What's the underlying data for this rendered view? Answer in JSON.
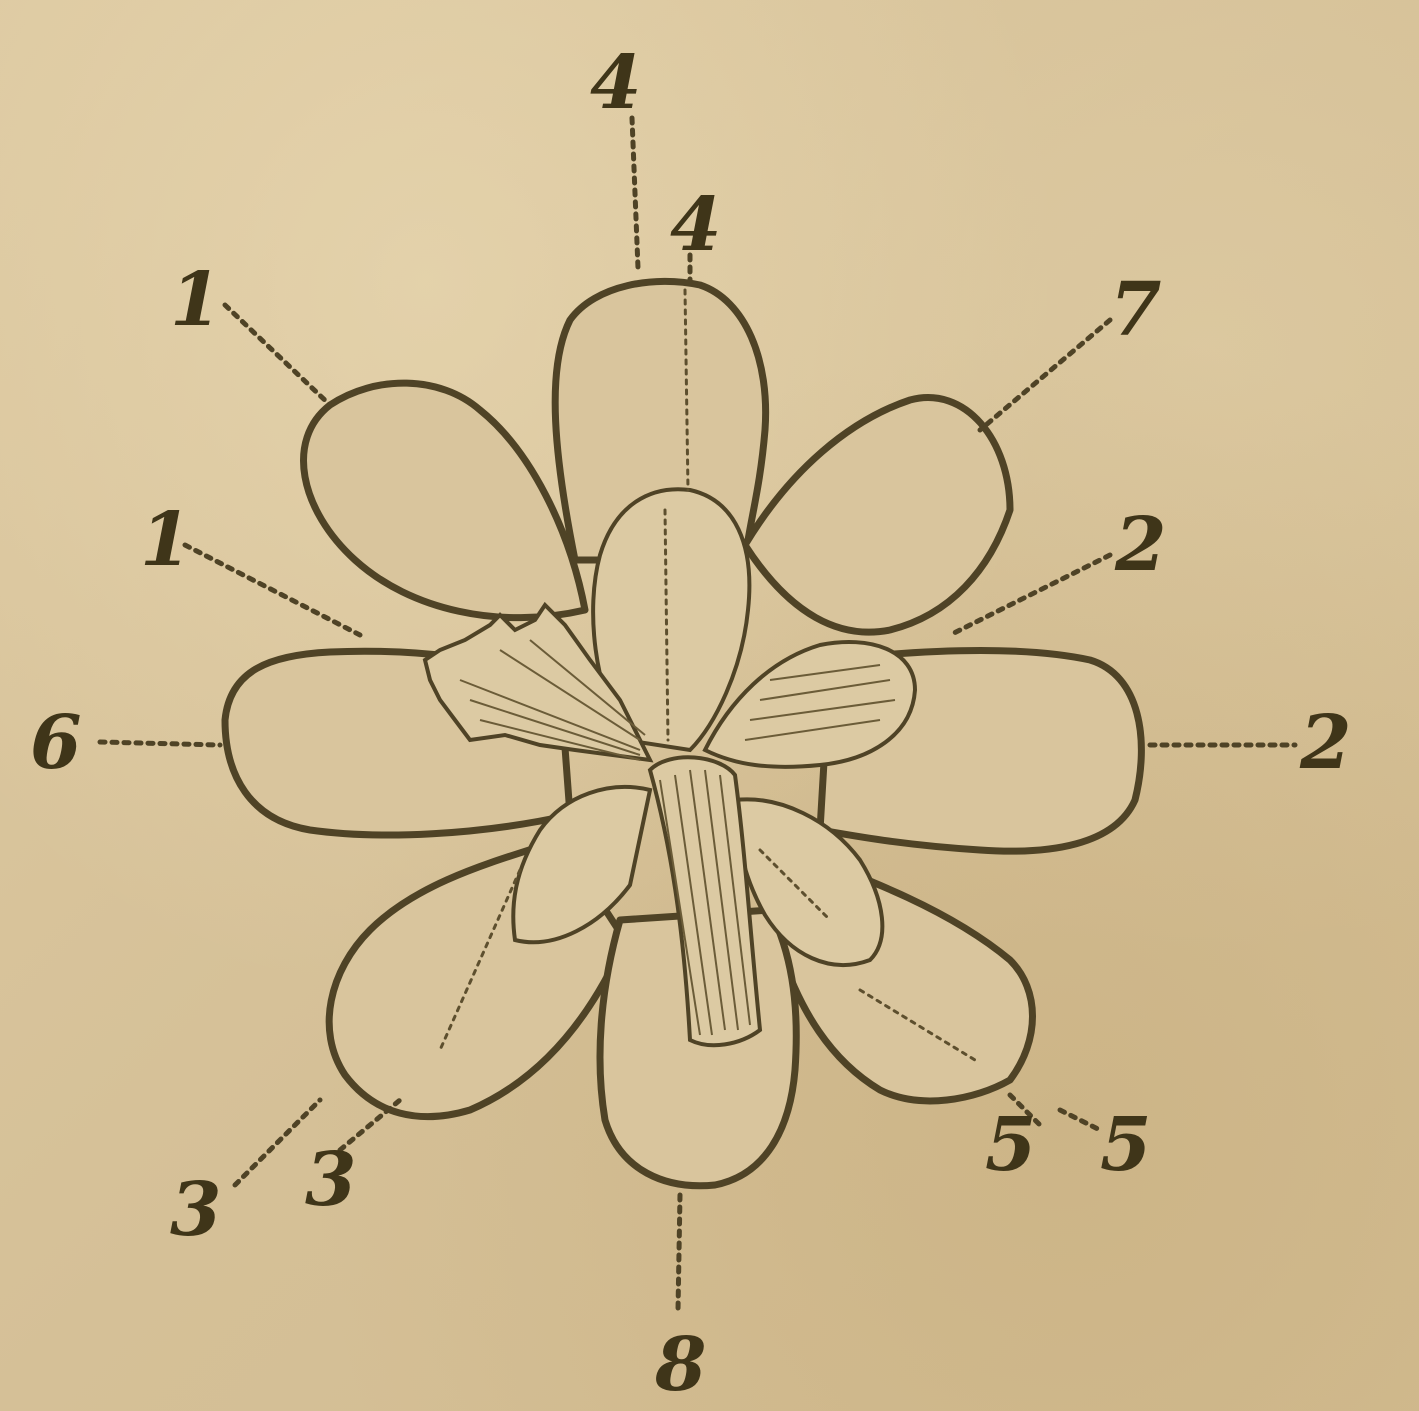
{
  "figure": {
    "labels": [
      "4",
      "4",
      "1",
      "7",
      "1",
      "2",
      "6",
      "2",
      "3",
      "3",
      "5",
      "5",
      "8"
    ]
  },
  "colors": {
    "paper": "#d8c49c",
    "ink": "#4f4326"
  }
}
